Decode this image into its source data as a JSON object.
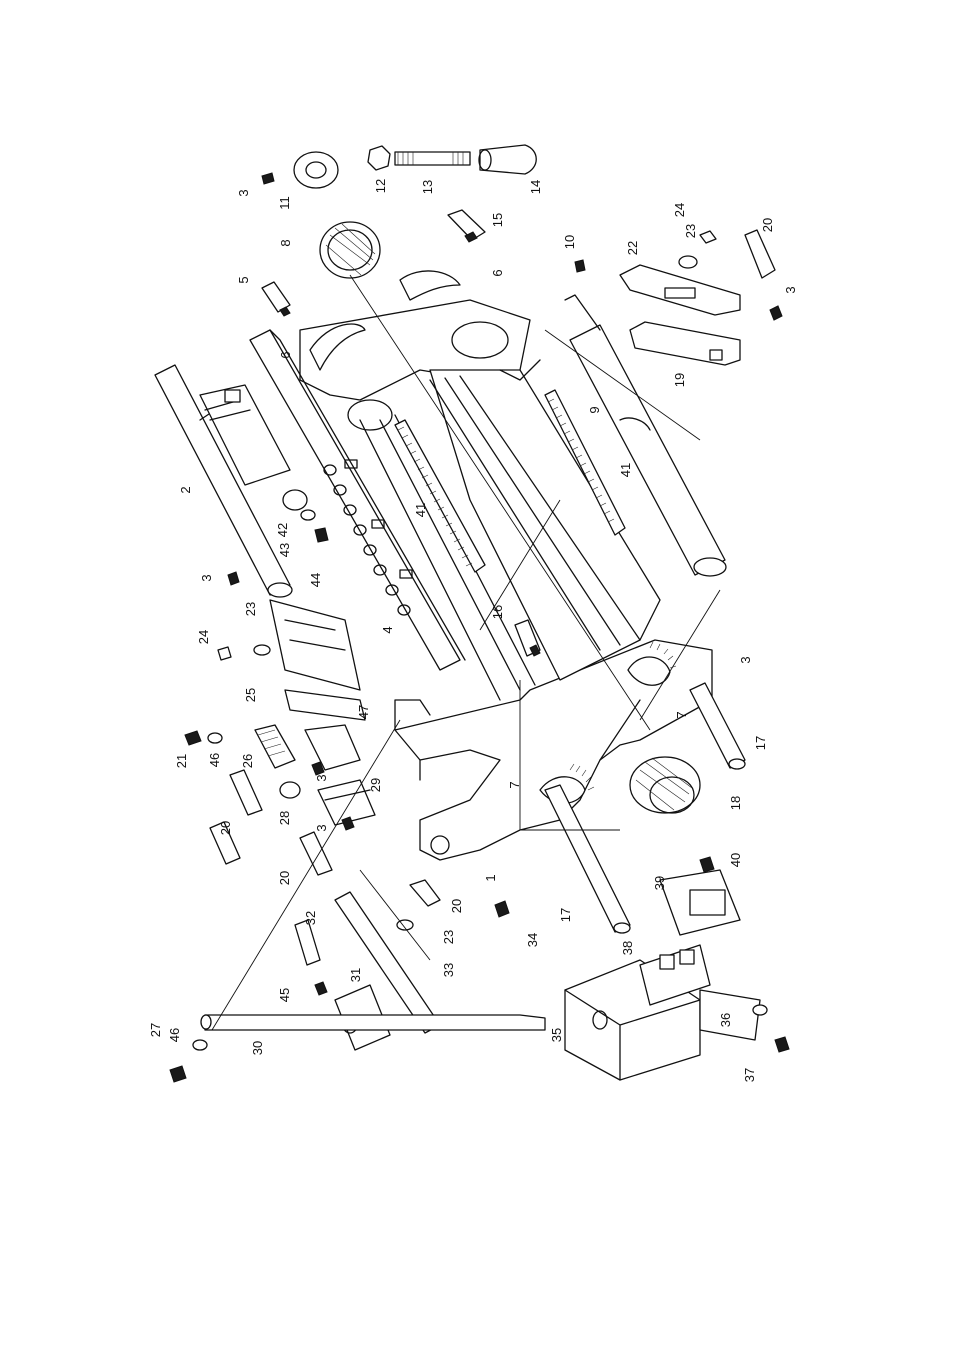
{
  "diagram": {
    "callouts": [
      {
        "id": "c1",
        "text": "1"
      },
      {
        "id": "c2",
        "text": "2"
      },
      {
        "id": "c3a",
        "text": "3"
      },
      {
        "id": "c3b",
        "text": "3"
      },
      {
        "id": "c3c",
        "text": "3"
      },
      {
        "id": "c3d",
        "text": "3"
      },
      {
        "id": "c3e",
        "text": "3"
      },
      {
        "id": "c3f",
        "text": "3"
      },
      {
        "id": "c4",
        "text": "4"
      },
      {
        "id": "c5",
        "text": "5"
      },
      {
        "id": "c6a",
        "text": "6"
      },
      {
        "id": "c6b",
        "text": "6"
      },
      {
        "id": "c7a",
        "text": "7"
      },
      {
        "id": "c7b",
        "text": "7"
      },
      {
        "id": "c8",
        "text": "8"
      },
      {
        "id": "c9",
        "text": "9"
      },
      {
        "id": "c10",
        "text": "10"
      },
      {
        "id": "c11",
        "text": "11"
      },
      {
        "id": "c12",
        "text": "12"
      },
      {
        "id": "c13",
        "text": "13"
      },
      {
        "id": "c14",
        "text": "14"
      },
      {
        "id": "c15",
        "text": "15"
      },
      {
        "id": "c16",
        "text": "16"
      },
      {
        "id": "c17a",
        "text": "17"
      },
      {
        "id": "c17b",
        "text": "17"
      },
      {
        "id": "c18",
        "text": "18"
      },
      {
        "id": "c19",
        "text": "19"
      },
      {
        "id": "c20a",
        "text": "20"
      },
      {
        "id": "c20b",
        "text": "20"
      },
      {
        "id": "c20c",
        "text": "20"
      },
      {
        "id": "c20d",
        "text": "20"
      },
      {
        "id": "c21",
        "text": "21"
      },
      {
        "id": "c22",
        "text": "22"
      },
      {
        "id": "c23a",
        "text": "23"
      },
      {
        "id": "c23b",
        "text": "23"
      },
      {
        "id": "c23c",
        "text": "23"
      },
      {
        "id": "c24a",
        "text": "24"
      },
      {
        "id": "c24b",
        "text": "24"
      },
      {
        "id": "c25",
        "text": "25"
      },
      {
        "id": "c26",
        "text": "26"
      },
      {
        "id": "c27",
        "text": "27"
      },
      {
        "id": "c28",
        "text": "28"
      },
      {
        "id": "c29",
        "text": "29"
      },
      {
        "id": "c30",
        "text": "30"
      },
      {
        "id": "c31",
        "text": "31"
      },
      {
        "id": "c32",
        "text": "32"
      },
      {
        "id": "c33",
        "text": "33"
      },
      {
        "id": "c34",
        "text": "34"
      },
      {
        "id": "c35",
        "text": "35"
      },
      {
        "id": "c36",
        "text": "36"
      },
      {
        "id": "c37",
        "text": "37"
      },
      {
        "id": "c38",
        "text": "38"
      },
      {
        "id": "c39",
        "text": "39"
      },
      {
        "id": "c40",
        "text": "40"
      },
      {
        "id": "c41a",
        "text": "41"
      },
      {
        "id": "c41b",
        "text": "41"
      },
      {
        "id": "c42",
        "text": "42"
      },
      {
        "id": "c43",
        "text": "43"
      },
      {
        "id": "c44",
        "text": "44"
      },
      {
        "id": "c45",
        "text": "45"
      },
      {
        "id": "c46a",
        "text": "46"
      },
      {
        "id": "c46b",
        "text": "46"
      },
      {
        "id": "c47",
        "text": "47"
      }
    ]
  }
}
